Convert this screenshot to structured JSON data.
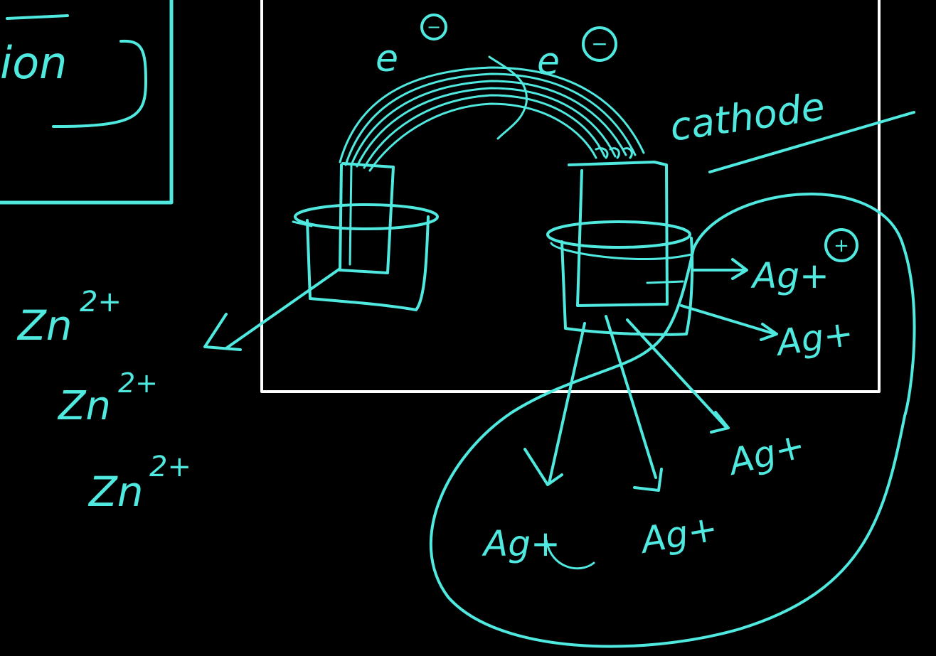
{
  "colors": {
    "background": "#000000",
    "ink": "#4fe9e0",
    "frame": "#ffffff"
  },
  "partial_box_text": "ion",
  "electron_labels": [
    "e",
    "e"
  ],
  "electron_charge_glyphs": [
    "−",
    "−"
  ],
  "cathode_label": "cathode",
  "zinc_ions": [
    {
      "base": "Zn",
      "sup": "2+"
    },
    {
      "base": "Zn",
      "sup": "2+"
    },
    {
      "base": "Zn",
      "sup": "2+"
    }
  ],
  "silver_ions": [
    "Ag+",
    "Ag+",
    "Ag+",
    "Ag+",
    "Ag+"
  ],
  "plus_circle_glyph": "+"
}
